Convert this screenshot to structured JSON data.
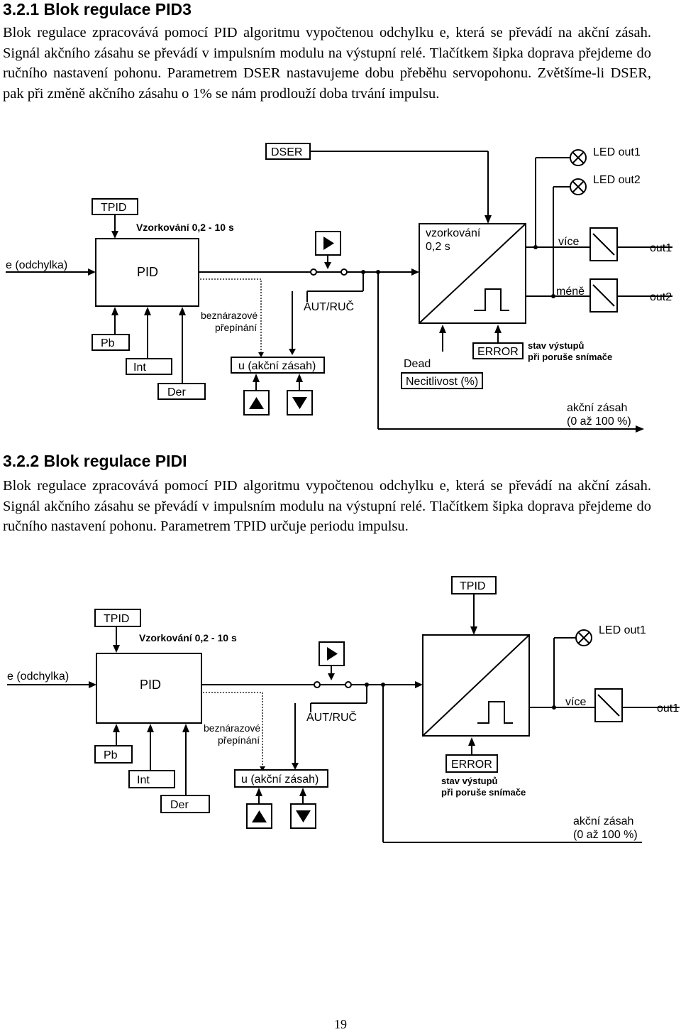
{
  "section1": {
    "heading": "3.2.1 Blok regulace PID3",
    "paragraph": "Blok regulace zpracovává pomocí PID algoritmu vypočtenou odchylku e, která se převádí na akční zásah. Signál akčního zásahu se převádí v impulsním modulu na výstupní relé. Tlačítkem šipka doprava přejdeme do ručního nastavení pohonu. Parametrem DSER nastavujeme dobu přeběhu servopohonu. Zvětšíme-li DSER, pak při změně akčního zásahu o 1% se nám prodlouží doba trvání impulsu."
  },
  "diagram1": {
    "dser": "DSER",
    "led_out1": "LED out1",
    "led_out2": "LED out2",
    "tpid": "TPID",
    "sampling": "Vzorkování 0,2 - 10 s",
    "e_input": "e (odchylka)",
    "pid": "PID",
    "sampling_block_1": "vzorkování",
    "sampling_block_2": "0,2 s",
    "more": "více",
    "less": "méně",
    "out1": "out1",
    "out2": "out2",
    "aut_ruc": "AUT/RUČ",
    "bumpless_1": "beznárazové",
    "bumpless_2": "přepínání",
    "pb": "Pb",
    "int": "Int",
    "der": "Der",
    "u_action": "u (akční zásah)",
    "dead": "Dead",
    "deadband": "Necitlivost (%)",
    "error": "ERROR",
    "error_state_1": "stav výstupů",
    "error_state_2": "při poruše snímače",
    "action_1": "akční zásah",
    "action_2": "(0 až 100 %)"
  },
  "section2": {
    "heading": "3.2.2 Blok regulace PIDI",
    "paragraph": "Blok regulace zpracovává pomocí PID algoritmu vypočtenou odchylku e, která se převádí na akční zásah. Signál akčního zásahu se převádí v impulsním modulu na výstupní relé. Tlačítkem šipka doprava přejdeme do ručního nastavení pohonu. Parametrem TPID určuje periodu impulsu."
  },
  "diagram2": {
    "tpid_top": "TPID",
    "led_out1": "LED out1",
    "tpid": "TPID",
    "sampling": "Vzorkování 0,2 - 10 s",
    "e_input": "e (odchylka)",
    "pid": "PID",
    "more": "více",
    "out1": "out1",
    "aut_ruc": "AUT/RUČ",
    "bumpless_1": "beznárazové",
    "bumpless_2": "přepínání",
    "pb": "Pb",
    "int": "Int",
    "der": "Der",
    "u_action": "u (akční zásah)",
    "error": "ERROR",
    "error_state_1": "stav výstupů",
    "error_state_2": "při poruše snímače",
    "action_1": "akční zásah",
    "action_2": "(0 až 100 %)"
  },
  "page_number": "19"
}
